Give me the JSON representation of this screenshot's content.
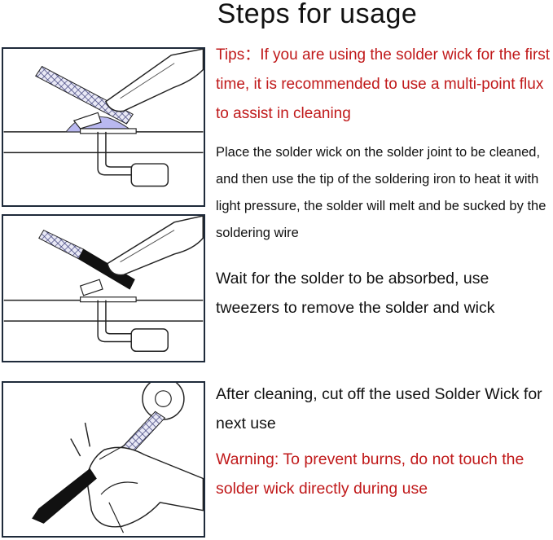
{
  "title": "Steps for usage",
  "tips": "Tips：If you are using the solder wick for the first time, it is recommended to use a multi-point flux to assist in cleaning",
  "step1": "Place the solder wick on the solder joint to be cleaned, and then use the tip of the soldering iron to heat it with light pressure, the solder will melt and be sucked by the soldering wire",
  "step2": "Wait for the solder to be absorbed, use tweezers to remove the solder and wick",
  "step3": "After cleaning, cut off the used Solder Wick for next use",
  "warning": "Warning: To prevent burns, do not touch the solder wick directly during use",
  "colors": {
    "warning_text": "#c0191a",
    "panel_border": "#1e2a3a",
    "solder_melt": "#b9b8f0",
    "wick_mesh": "#6b6fa8",
    "used_wick": "#111111"
  },
  "illustrations": [
    "wick-on-joint-icon",
    "wick-absorbed-icon",
    "cutter-trim-icon"
  ]
}
